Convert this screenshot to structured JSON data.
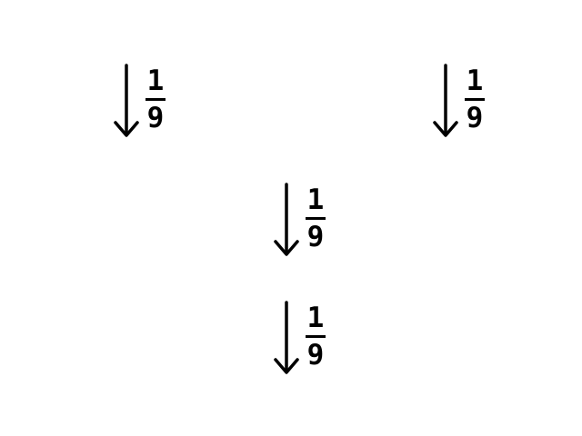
{
  "items": [
    {
      "numerator": "1",
      "denominator": "9",
      "arrow_icon": "arrow-down-icon"
    },
    {
      "numerator": "1",
      "denominator": "9",
      "arrow_icon": "arrow-down-icon"
    },
    {
      "numerator": "1",
      "denominator": "9",
      "arrow_icon": "arrow-down-icon"
    },
    {
      "numerator": "1",
      "denominator": "9",
      "arrow_icon": "arrow-down-icon"
    }
  ],
  "colors": {
    "foreground": "#000000",
    "background": "#ffffff"
  }
}
